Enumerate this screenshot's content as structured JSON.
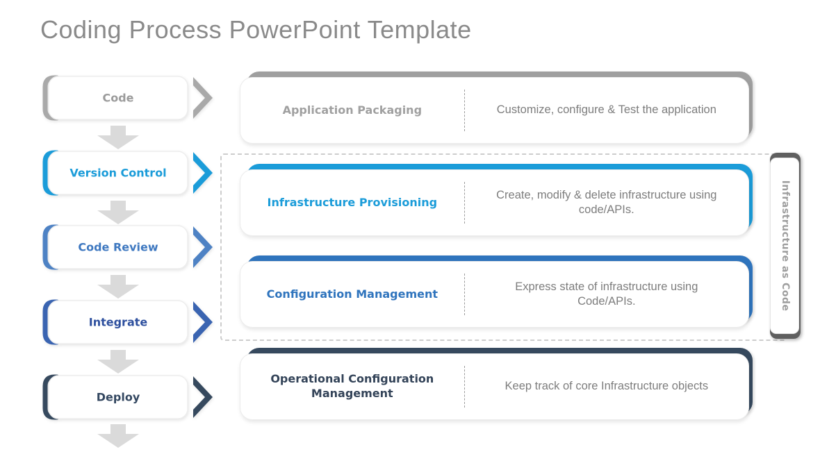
{
  "page": {
    "title": "Coding Process PowerPoint Template"
  },
  "flow_steps": [
    {
      "label": "Code",
      "color": "#A9A9A9",
      "text_color": "#9B9B9B"
    },
    {
      "label": "Version Control",
      "color": "#1B9CD9",
      "text_color": "#1B9CD9"
    },
    {
      "label": "Code Review",
      "color": "#4E82C4",
      "text_color": "#3E78C0"
    },
    {
      "label": "Integrate",
      "color": "#3A64B1",
      "text_color": "#2D4F9E"
    },
    {
      "label": "Deploy",
      "color": "#36495E",
      "text_color": "#334760"
    }
  ],
  "cards": [
    {
      "title": "Application Packaging",
      "description": "Customize, configure & Test the application",
      "accent_color": "#9F9F9F",
      "title_color": "#A0A0A0"
    },
    {
      "title": "Infrastructure Provisioning",
      "description": "Create, modify & delete infrastructure using code/APIs.",
      "accent_color": "#1B9CD9",
      "title_color": "#1B9CD9"
    },
    {
      "title": "Configuration Management",
      "description": "Express state of infrastructure using Code/APIs.",
      "accent_color": "#2F74BD",
      "title_color": "#2F74BD"
    },
    {
      "title": "Operational Configuration Management",
      "description": "Keep track of core Infrastructure objects",
      "accent_color": "#36495E",
      "title_color": "#334358"
    }
  ],
  "group": {
    "label": "Infrastructure as Code",
    "label_color": "#9E9E9E",
    "outline_style": "dashed"
  }
}
